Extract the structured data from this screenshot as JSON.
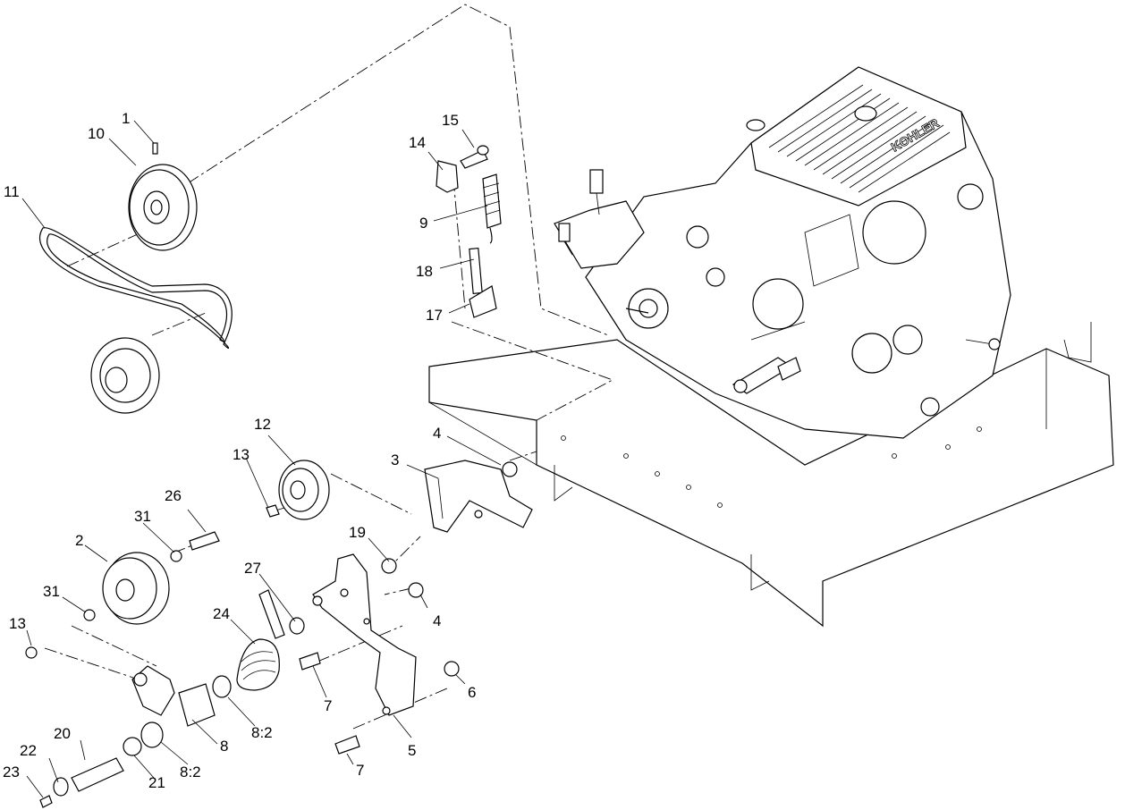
{
  "engine": {
    "brand_text": "KOHLER"
  },
  "callouts": [
    {
      "id": "c1",
      "text": "1"
    },
    {
      "id": "c10",
      "text": "10"
    },
    {
      "id": "c11",
      "text": "11"
    },
    {
      "id": "c15",
      "text": "15"
    },
    {
      "id": "c14",
      "text": "14"
    },
    {
      "id": "c9",
      "text": "9"
    },
    {
      "id": "c18",
      "text": "18"
    },
    {
      "id": "c17",
      "text": "17"
    },
    {
      "id": "c4a",
      "text": "4"
    },
    {
      "id": "c3",
      "text": "3"
    },
    {
      "id": "c12",
      "text": "12"
    },
    {
      "id": "c13a",
      "text": "13"
    },
    {
      "id": "c26",
      "text": "26"
    },
    {
      "id": "c31a",
      "text": "31"
    },
    {
      "id": "c2",
      "text": "2"
    },
    {
      "id": "c19",
      "text": "19"
    },
    {
      "id": "c27",
      "text": "27"
    },
    {
      "id": "c31b",
      "text": "31"
    },
    {
      "id": "c4b",
      "text": "4"
    },
    {
      "id": "c24",
      "text": "24"
    },
    {
      "id": "c13b",
      "text": "13"
    },
    {
      "id": "c6",
      "text": "6"
    },
    {
      "id": "c7a",
      "text": "7"
    },
    {
      "id": "c8a",
      "text": "8:2"
    },
    {
      "id": "c8",
      "text": "8"
    },
    {
      "id": "c5",
      "text": "5"
    },
    {
      "id": "c20",
      "text": "20"
    },
    {
      "id": "c22",
      "text": "22"
    },
    {
      "id": "c8b",
      "text": "8:2"
    },
    {
      "id": "c21",
      "text": "21"
    },
    {
      "id": "c7b",
      "text": "7"
    },
    {
      "id": "c23",
      "text": "23"
    }
  ]
}
